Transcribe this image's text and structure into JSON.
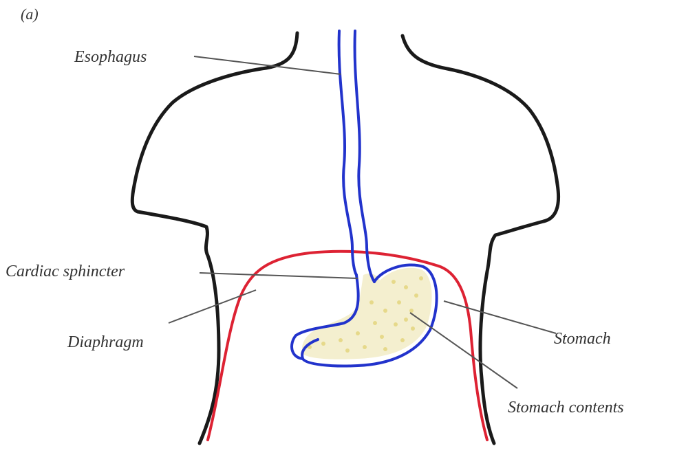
{
  "panel_label": "(a)",
  "labels": {
    "esophagus": "Esophagus",
    "cardiac_sphincter": "Cardiac sphincter",
    "diaphragm": "Diaphragm",
    "stomach": "Stomach",
    "stomach_contents": "Stomach contents"
  },
  "colors": {
    "body_outline": "#1a1a1a",
    "esophagus_stomach": "#2233cc",
    "diaphragm": "#dd2233",
    "stomach_contents": "#e6d98a",
    "leader_lines": "#555555",
    "label_text": "#333333"
  }
}
